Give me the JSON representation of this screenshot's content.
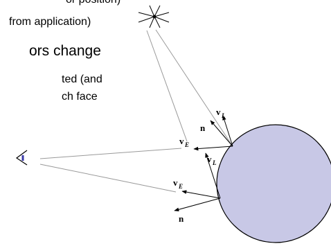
{
  "text": {
    "line1": "or position)",
    "line2": "from application)",
    "line3": "ors change",
    "line4": "ted (and",
    "line5": "ch face"
  },
  "labels": {
    "n": "n",
    "v": "v",
    "sub_L": "L",
    "sub_E": "E"
  },
  "colors": {
    "sphere_fill": "#c8c8e6",
    "ray": "#999999",
    "eye_accent": "#3a3aa8"
  }
}
